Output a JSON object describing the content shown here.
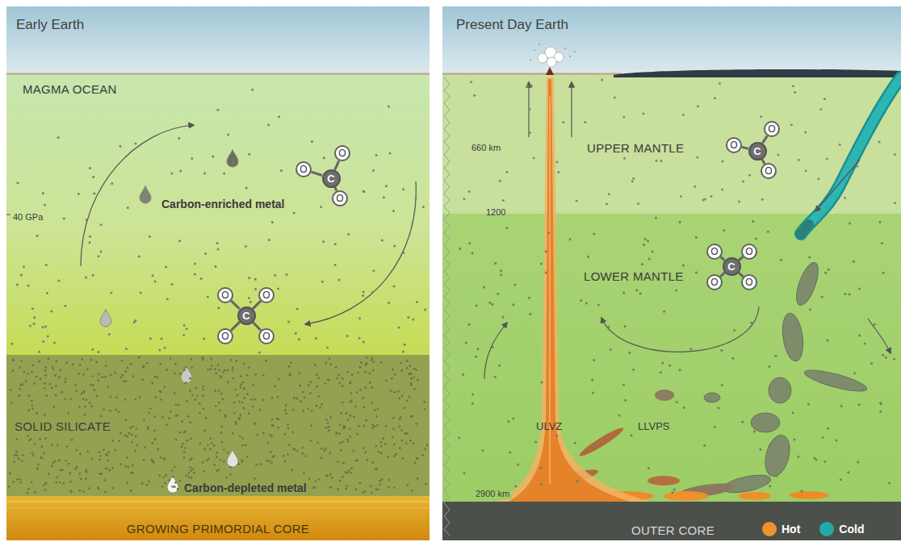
{
  "diagram": {
    "nodes": [
      {
        "text": [
          "Early Earth"
        ]
      },
      {
        "text": [
          "MAGMA OCEAN"
        ],
        "in": 0
      },
      {
        "text": [
          "O"
        ],
        "in": 1
      },
      {
        "text": [
          "O"
        ],
        "in": 1
      },
      {
        "text": [
          "C"
        ],
        "in": 1
      },
      {
        "text": [
          "O"
        ],
        "in": 1
      },
      {
        "text": [
          "O"
        ],
        "in": 1
      },
      {
        "text": [
          "O"
        ],
        "in": 1
      },
      {
        "text": [
          "C"
        ],
        "in": 1
      },
      {
        "text": [
          "O"
        ],
        "in": 1
      },
      {
        "text": [
          "O"
        ],
        "in": 1
      },
      {
        "text": [
          "SOLID SILICATE"
        ],
        "in": 0
      },
      {
        "text": [
          "GROWING PRIMORDIAL CORE"
        ],
        "in": 0
      },
      {
        "text": [
          "Present Day Earth"
        ]
      },
      {
        "text": [
          "UPPER MANTLE"
        ],
        "in": 13
      },
      {
        "text": [
          "O"
        ],
        "in": 14
      },
      {
        "text": [
          "O"
        ],
        "in": 14
      },
      {
        "text": [
          "C"
        ],
        "in": 14
      },
      {
        "text": [
          "O"
        ],
        "in": 14
      },
      {
        "text": [
          "LOWER MANTLE"
        ],
        "in": 13
      },
      {
        "text": [
          "O"
        ],
        "in": 19
      },
      {
        "text": [
          "O"
        ],
        "in": 19
      },
      {
        "text": [
          "C"
        ],
        "in": 19
      },
      {
        "text": [
          "O"
        ],
        "in": 19
      },
      {
        "text": [
          "O"
        ],
        "in": 19
      },
      {
        "text": [
          "OUTER CORE"
        ],
        "in": 13
      }
    ],
    "edges": [
      {
        "from": 4,
        "to": 2,
        "arrow": "none"
      },
      {
        "from": 4,
        "to": 3,
        "arrow": "none"
      },
      {
        "from": 4,
        "to": 5,
        "arrow": "none"
      },
      {
        "from": 8,
        "to": 6,
        "arrow": "none"
      },
      {
        "from": 8,
        "to": 7,
        "arrow": "none"
      },
      {
        "from": 8,
        "to": 9,
        "arrow": "none"
      },
      {
        "from": 8,
        "to": 10,
        "arrow": "none"
      },
      {
        "from": 17,
        "to": 15,
        "arrow": "none"
      },
      {
        "from": 17,
        "to": 16,
        "arrow": "none"
      },
      {
        "from": 17,
        "to": 18,
        "arrow": "none"
      },
      {
        "from": 22,
        "to": 20,
        "arrow": "none"
      },
      {
        "from": 22,
        "to": 21,
        "arrow": "none"
      },
      {
        "from": 22,
        "to": 23,
        "arrow": "none"
      },
      {
        "from": 22,
        "to": 24,
        "arrow": "none"
      }
    ],
    "labels": [
      "40 GPa",
      "Carbon-enriched metal",
      "Carbon-depleted metal",
      "660 km",
      "1200",
      "ULVZ",
      "LLVPS",
      "2900 km"
    ],
    "legend": [
      {
        "text": "Hot",
        "color": "#f0912e"
      },
      {
        "text": "Cold",
        "color": "#22a9aa"
      }
    ]
  }
}
